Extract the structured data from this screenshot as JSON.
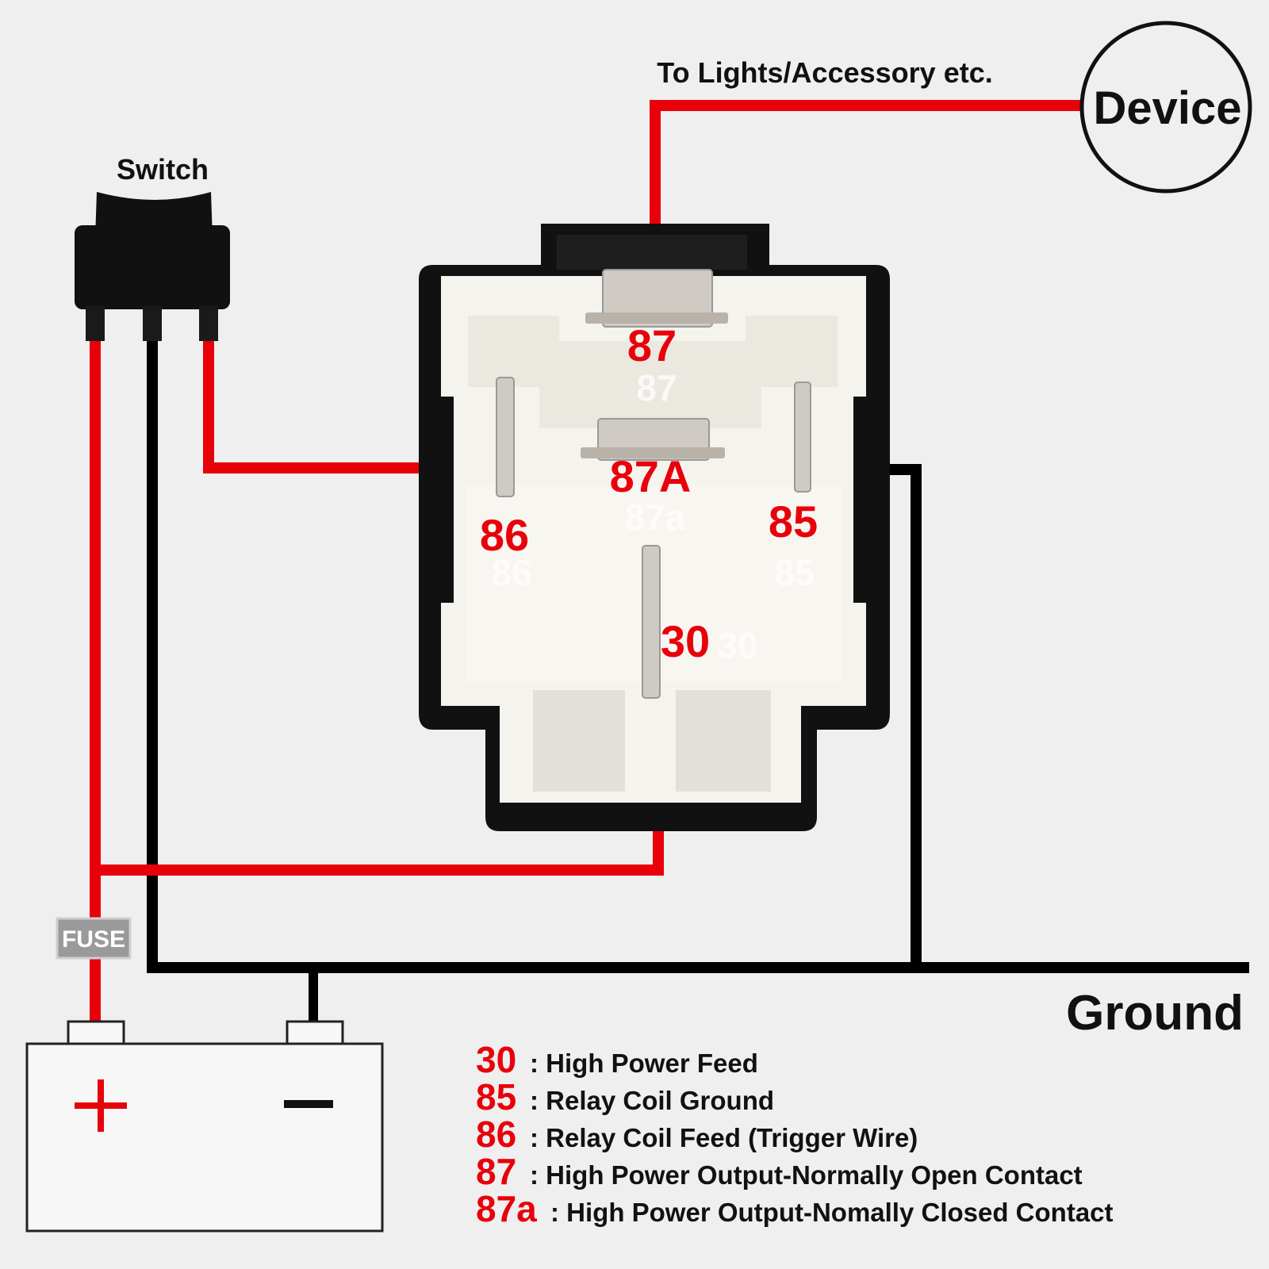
{
  "colors": {
    "background": "#efefef",
    "wire_positive": "#e8000b",
    "wire_ground": "#000000",
    "relay_body": "#111111",
    "relay_face": "#f5f3ee",
    "pin_number": "#e8000b"
  },
  "labels": {
    "switch": "Switch",
    "to_device": "To Lights/Accessory etc.",
    "device": "Device",
    "ground": "Ground",
    "fuse": "FUSE",
    "battery_plus": "+",
    "battery_minus": "−"
  },
  "relay": {
    "pins": {
      "p87": "87",
      "p87a": "87A",
      "p86": "86",
      "p85": "85",
      "p30": "30"
    },
    "embossed": {
      "e87": "87",
      "e87a": "87a",
      "e86": "86",
      "e85": "85",
      "e30": "30"
    }
  },
  "legend": [
    {
      "pin": "30",
      "desc": ": High Power Feed"
    },
    {
      "pin": "85",
      "desc": ": Relay Coil Ground"
    },
    {
      "pin": "86",
      "desc": ": Relay Coil Feed (Trigger Wire)"
    },
    {
      "pin": "87",
      "desc": ": High Power Output-Normally Open Contact"
    },
    {
      "pin": "87a",
      "desc": ": High Power Output-Nomally Closed Contact"
    }
  ]
}
